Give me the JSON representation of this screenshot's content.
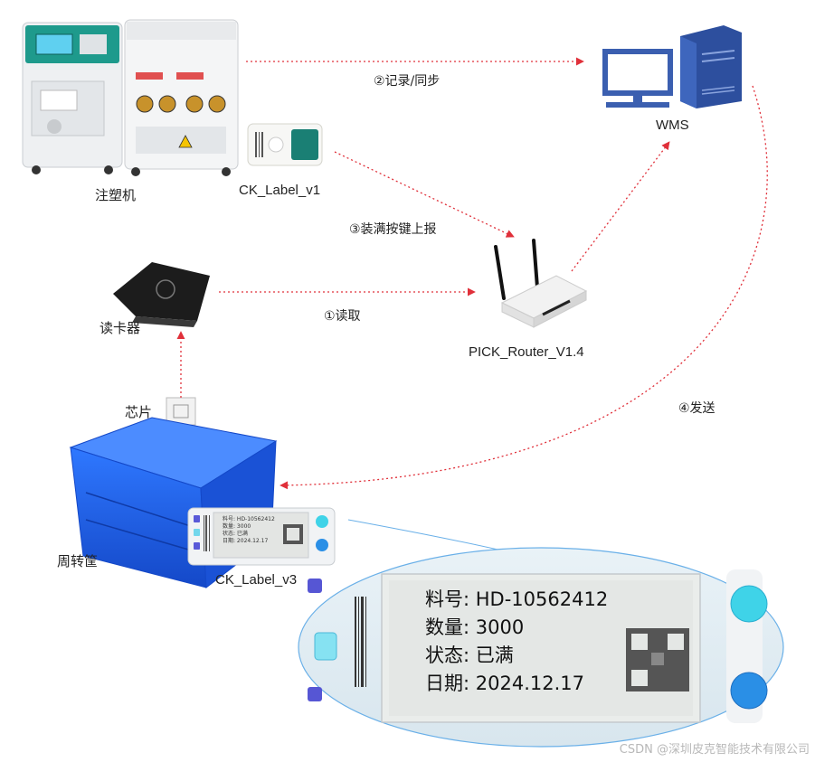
{
  "nodes": {
    "injection_machine": "注塑机",
    "ck_label_v1": "CK_Label_v1",
    "wms": "WMS",
    "card_reader": "读卡器",
    "router": "PICK_Router_V1.4",
    "chip": "芯片",
    "turnover_box": "周转筐",
    "ck_label_v3": "CK_Label_v3"
  },
  "steps": {
    "read": "①读取",
    "record_sync": "②记录/同步",
    "full_report": "③装满按键上报",
    "send": "④发送"
  },
  "label_display": {
    "material_no": "料号: HD-10562412",
    "quantity": "数量: 3000",
    "status": "状态: 已满",
    "date": "日期: 2024.12.17"
  },
  "watermark": "CSDN @深圳皮克智能技术有限公司",
  "colors": {
    "arrow": "#e0303a",
    "arrow_blue": "#6ab0e8",
    "box_blue": "#1e5fe0",
    "screen_teal": "#1a7f74"
  }
}
